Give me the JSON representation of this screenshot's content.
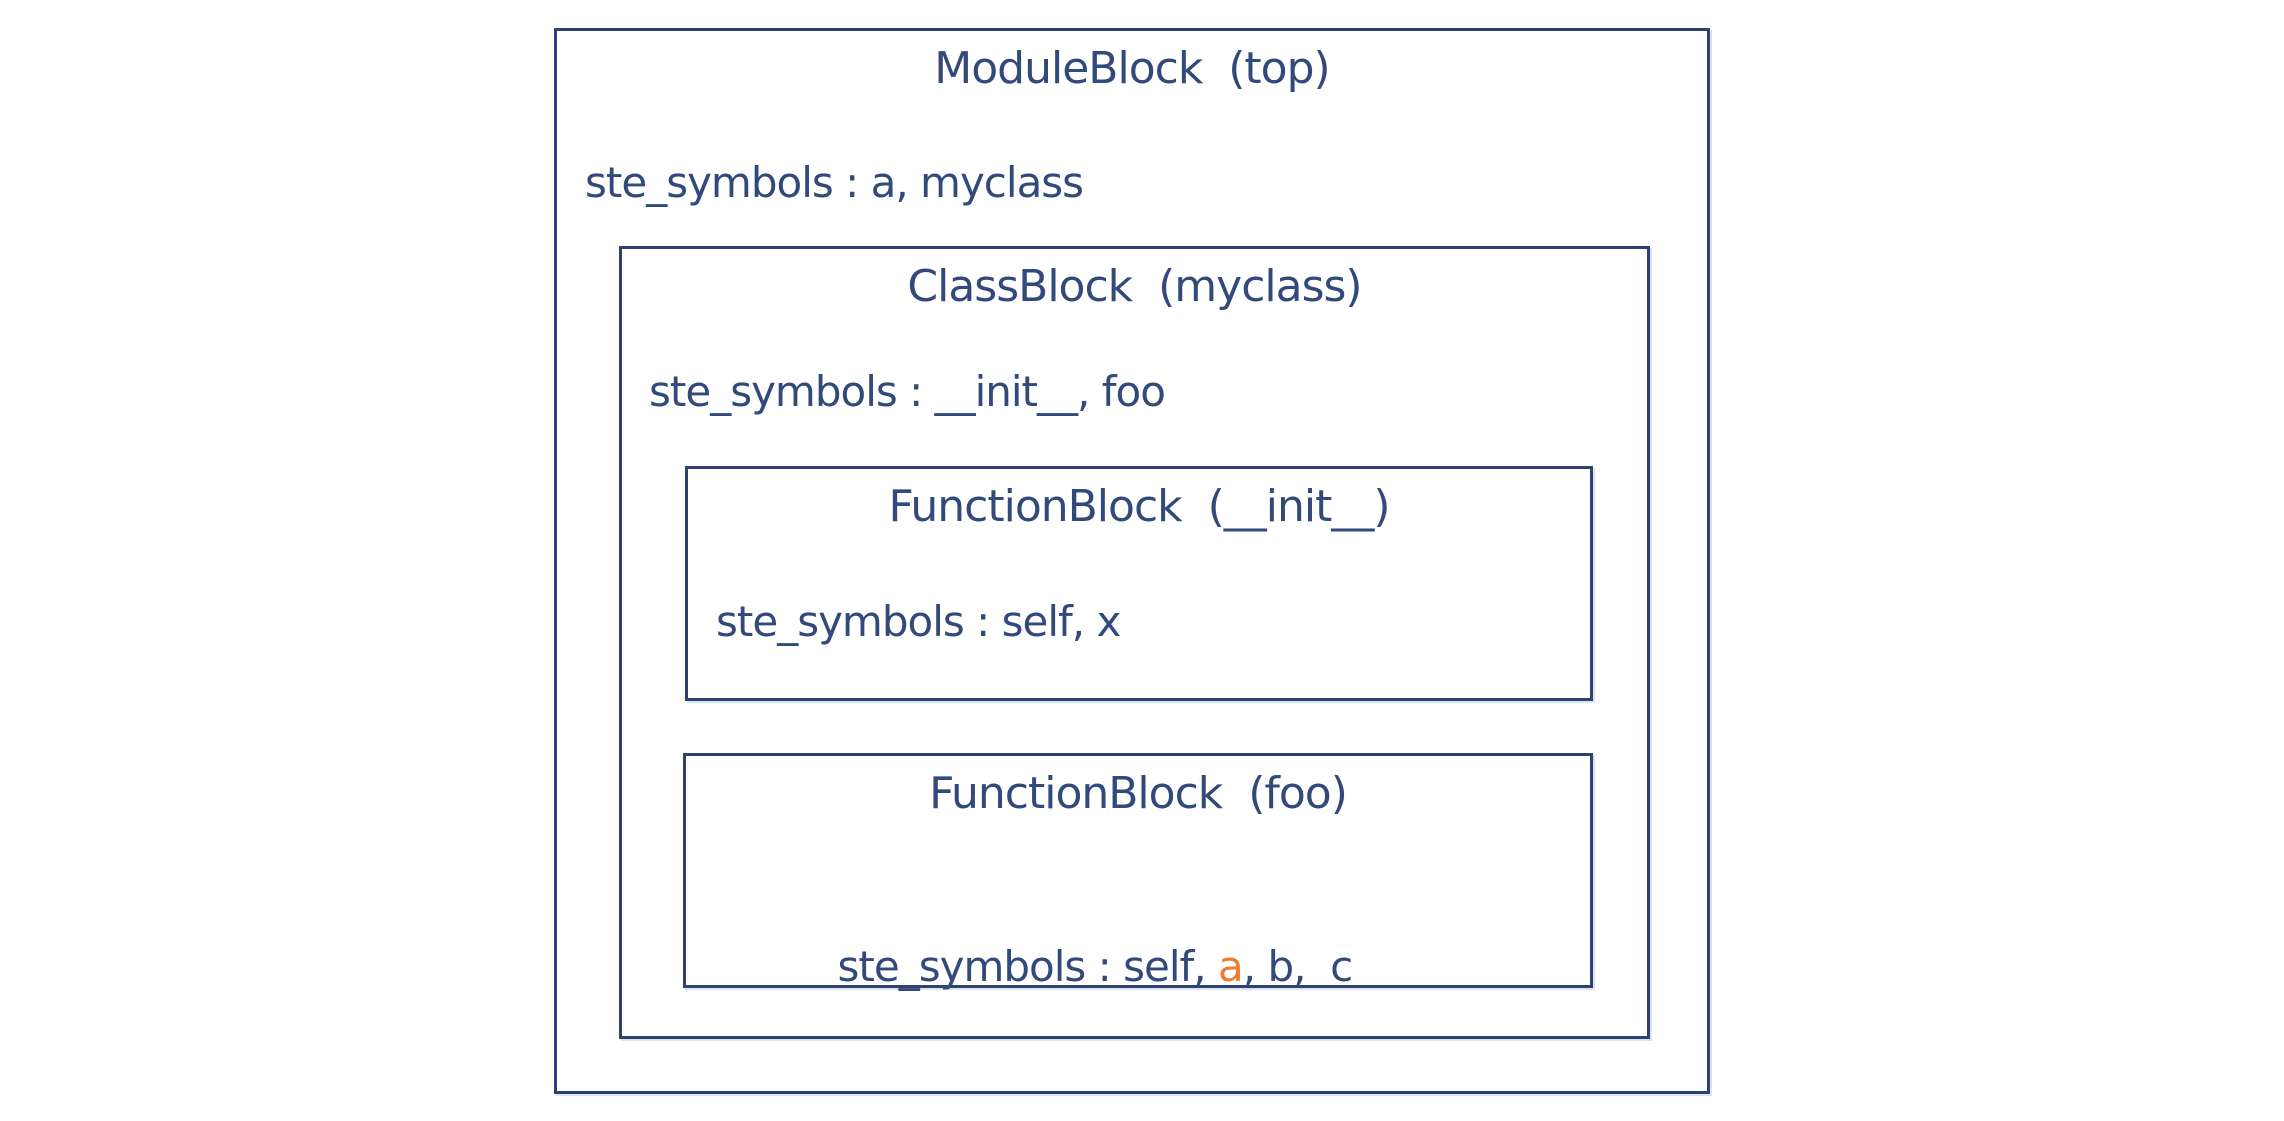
{
  "colors": {
    "ink": "#31497b",
    "border": "#2e4172",
    "highlight": "#ed7d31",
    "background": "#ffffff"
  },
  "diagram": {
    "module_block": {
      "title": "ModuleBlock  (top)",
      "symbols_line": "ste_symbols : a, myclass",
      "class_block": {
        "title": "ClassBlock  (myclass)",
        "symbols_line": "ste_symbols : __init__, foo",
        "function_blocks": [
          {
            "title": "FunctionBlock  (__init__)",
            "symbols_line": "ste_symbols : self, x"
          },
          {
            "title": "FunctionBlock  (foo)",
            "symbols_prefix": "ste_symbols : self, ",
            "symbols_highlight": "a",
            "symbols_suffix": ", b,  c"
          }
        ]
      }
    }
  }
}
